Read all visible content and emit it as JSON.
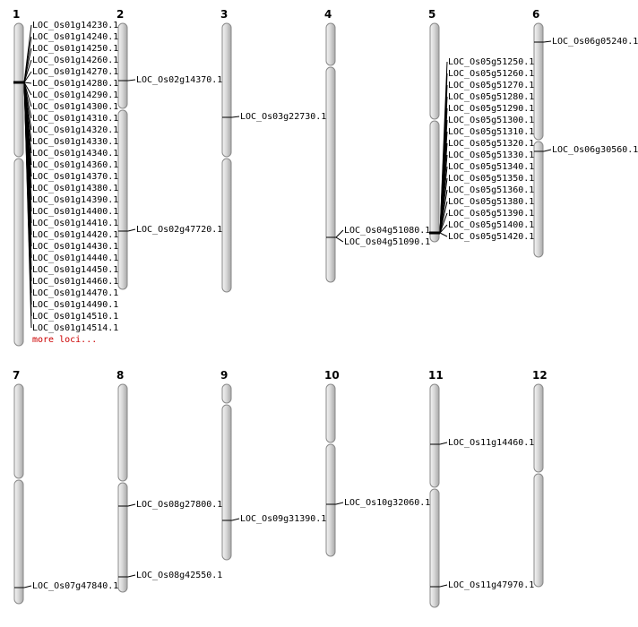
{
  "chromosomes": [
    {
      "number": "1",
      "loci": [
        "LOC_Os01g14230.1",
        "LOC_Os01g14240.1",
        "LOC_Os01g14250.1",
        "LOC_Os01g14260.1",
        "LOC_Os01g14270.1",
        "LOC_Os01g14280.1",
        "LOC_Os01g14290.1",
        "LOC_Os01g14300.1",
        "LOC_Os01g14310.1",
        "LOC_Os01g14320.1",
        "LOC_Os01g14330.1",
        "LOC_Os01g14340.1",
        "LOC_Os01g14360.1",
        "LOC_Os01g14370.1",
        "LOC_Os01g14380.1",
        "LOC_Os01g14390.1",
        "LOC_Os01g14400.1",
        "LOC_Os01g14410.1",
        "LOC_Os01g14420.1",
        "LOC_Os01g14430.1",
        "LOC_Os01g14440.1",
        "LOC_Os01g14450.1",
        "LOC_Os01g14460.1",
        "LOC_Os01g14470.1",
        "LOC_Os01g14490.1",
        "LOC_Os01g14510.1",
        "LOC_Os01g14514.1"
      ],
      "more": "more loci..."
    },
    {
      "number": "2",
      "loci": [
        "LOC_Os02g14370.1",
        "LOC_Os02g47720.1"
      ]
    },
    {
      "number": "3",
      "loci": [
        "LOC_Os03g22730.1"
      ]
    },
    {
      "number": "4",
      "loci": [
        "LOC_Os04g51080.1",
        "LOC_Os04g51090.1"
      ]
    },
    {
      "number": "5",
      "loci": [
        "LOC_Os05g51250.1",
        "LOC_Os05g51260.1",
        "LOC_Os05g51270.1",
        "LOC_Os05g51280.1",
        "LOC_Os05g51290.1",
        "LOC_Os05g51300.1",
        "LOC_Os05g51310.1",
        "LOC_Os05g51320.1",
        "LOC_Os05g51330.1",
        "LOC_Os05g51340.1",
        "LOC_Os05g51350.1",
        "LOC_Os05g51360.1",
        "LOC_Os05g51380.1",
        "LOC_Os05g51390.1",
        "LOC_Os05g51400.1",
        "LOC_Os05g51420.1"
      ]
    },
    {
      "number": "6",
      "loci": [
        "LOC_Os06g05240.1",
        "LOC_Os06g30560.1"
      ]
    },
    {
      "number": "7",
      "loci": [
        "LOC_Os07g47840.1"
      ]
    },
    {
      "number": "8",
      "loci": [
        "LOC_Os08g27800.1",
        "LOC_Os08g42550.1"
      ]
    },
    {
      "number": "9",
      "loci": [
        "LOC_Os09g31390.1"
      ]
    },
    {
      "number": "10",
      "loci": [
        "LOC_Os10g32060.1"
      ]
    },
    {
      "number": "11",
      "loci": [
        "LOC_Os11g14460.1",
        "LOC_Os11g47970.1"
      ]
    },
    {
      "number": "12",
      "loci": []
    }
  ],
  "colors": {
    "chromosome_fill": "#d9d9d9",
    "chromosome_edge": "#8a8a8a",
    "more_loci": "#cc0000"
  }
}
